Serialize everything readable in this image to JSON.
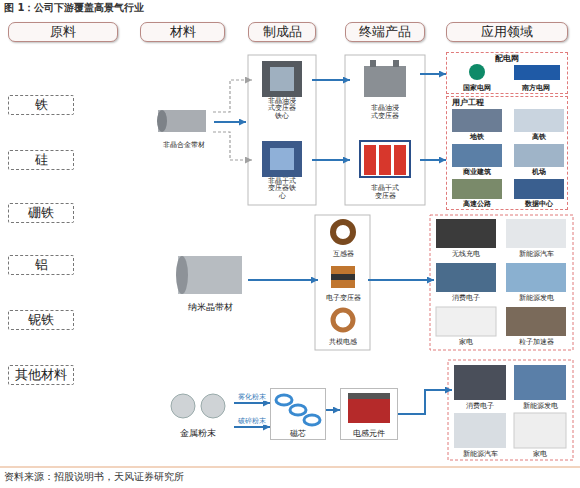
{
  "diagram": {
    "title": "图 1：公司下游覆盖高景气行业",
    "caption": "资料来源：招股说明书，天风证券研究所",
    "nodes": [
      {
        "text": [
          "原料"
        ]
      },
      {
        "text": [
          "材料"
        ]
      },
      {
        "text": [
          "制成品"
        ]
      },
      {
        "text": [
          "终端产品"
        ]
      },
      {
        "text": [
          "应用领域"
        ]
      },
      {
        "text": [
          "铁"
        ]
      },
      {
        "text": [
          "硅"
        ]
      },
      {
        "text": [
          "硼铁"
        ]
      },
      {
        "text": [
          "铝"
        ]
      },
      {
        "text": [
          "铌铁"
        ]
      },
      {
        "text": [
          "其他材料"
        ]
      },
      {
        "text": [
          "非晶合金带材"
        ]
      },
      {
        "text": [
          "非晶油浸式变压器铁心"
        ]
      },
      {
        "text": [
          "非晶干式变压器铁心"
        ]
      },
      {
        "text": [
          "非晶油浸式变压器"
        ]
      },
      {
        "text": [
          "非晶干式变压器"
        ]
      },
      {
        "text": [
          "配电网"
        ]
      },
      {
        "text": [
          "国家电网"
        ],
        "in": 16
      },
      {
        "text": [
          "南方电网"
        ],
        "in": 16
      },
      {
        "text": [
          "用户工程"
        ]
      },
      {
        "text": [
          "地铁"
        ],
        "in": 19
      },
      {
        "text": [
          "高铁"
        ],
        "in": 19
      },
      {
        "text": [
          "商业建筑"
        ],
        "in": 19
      },
      {
        "text": [
          "机场"
        ],
        "in": 19
      },
      {
        "text": [
          "高速公路"
        ],
        "in": 19
      },
      {
        "text": [
          "数据中心"
        ],
        "in": 19
      },
      {
        "text": [
          "纳米晶带材"
        ]
      },
      {
        "text": [
          "互感器"
        ]
      },
      {
        "text": [
          "电子变压器"
        ]
      },
      {
        "text": [
          "共模电感"
        ]
      },
      {
        "text": [
          "无线充电"
        ]
      },
      {
        "text": [
          "新能源汽车"
        ]
      },
      {
        "text": [
          "消费电子"
        ]
      },
      {
        "text": [
          "新能源发电"
        ]
      },
      {
        "text": [
          "家电"
        ]
      },
      {
        "text": [
          "粒子加速器"
        ]
      },
      {
        "text": [
          "金属粉末"
        ]
      },
      {
        "text": [
          "磁芯"
        ]
      },
      {
        "text": [
          "电感元件"
        ]
      },
      {
        "text": [
          "消费电子"
        ]
      },
      {
        "text": [
          "新能源发电"
        ]
      },
      {
        "text": [
          "新能源汽车"
        ]
      },
      {
        "text": [
          "家电"
        ]
      }
    ],
    "edges": [
      {
        "from": 11,
        "to": 12,
        "arrow": "to"
      },
      {
        "from": 11,
        "to": 13,
        "arrow": "to"
      },
      {
        "from": 12,
        "to": 14,
        "arrow": "to"
      },
      {
        "from": 13,
        "to": 15,
        "arrow": "to"
      },
      {
        "from": 14,
        "to": 16,
        "arrow": "to"
      },
      {
        "from": 15,
        "to": 19,
        "arrow": "to"
      },
      {
        "from": 26,
        "to": 28,
        "arrow": "to"
      },
      {
        "from": 28,
        "to": 32,
        "arrow": "to"
      },
      {
        "from": 36,
        "to": 37,
        "label": "雾化粉末",
        "arrow": "to"
      },
      {
        "from": 36,
        "to": 37,
        "label": "破碎粉末",
        "arrow": "to"
      },
      {
        "from": 37,
        "to": 38,
        "arrow": "to"
      },
      {
        "from": 38,
        "to": 39,
        "arrow": "to"
      }
    ]
  }
}
